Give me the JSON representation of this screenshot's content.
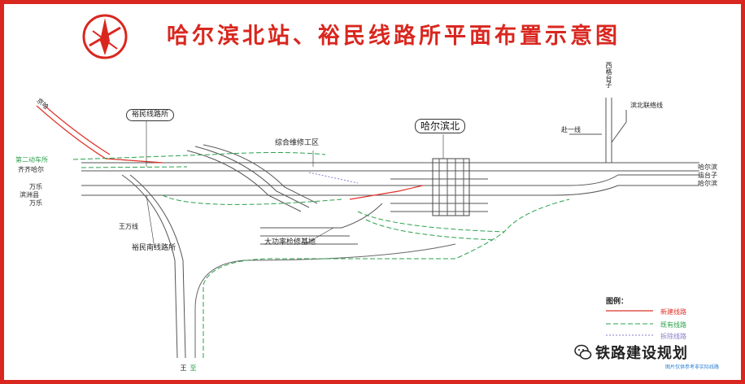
{
  "title": "哈尔滨北站、裕民线路所平面布置示意图",
  "colors": {
    "border": "#d9271f",
    "new_line": "#e0332a",
    "existing_line": "#2aa14b",
    "removed_line": "#8a7cc9",
    "track": "#555555"
  },
  "icons": {
    "logo": "railway-logo-icon",
    "watermark": "wechat-icon"
  },
  "labels": {
    "station_box": "哈尔滨北",
    "yumin_box": "裕民线路所",
    "yumin_south": "裕民南线路所",
    "maintenance": "综合维修工区",
    "emu_base": "大功率检修基地",
    "second_emu": "第二动车所",
    "qiqihar": "齐齐哈尔",
    "wanle1": "万乐",
    "binzhou": "滨洲县",
    "wanle2": "万乐",
    "wangwan": "王万线",
    "jingha": "京哈",
    "right_haerbin1": "哈尔滨",
    "right_tangtaizi": "庙台子",
    "right_haerbin2": "哈尔滨",
    "top_right_vert": "西格台子",
    "binbei_link": "滨北联络线",
    "upper_line": "赴一线",
    "bottom_vert_green": "至",
    "bottom_vert_wang": "王"
  },
  "legend": {
    "title": "图例：",
    "items": [
      {
        "label": "新建线路",
        "color": "#e0332a"
      },
      {
        "label": "既有线路",
        "color": "#2aa14b"
      },
      {
        "label": "拆除线路",
        "color": "#8a7cc9"
      }
    ]
  },
  "watermark": "铁路建设规划",
  "bottom_note": "图片仅供参考非实际线路"
}
